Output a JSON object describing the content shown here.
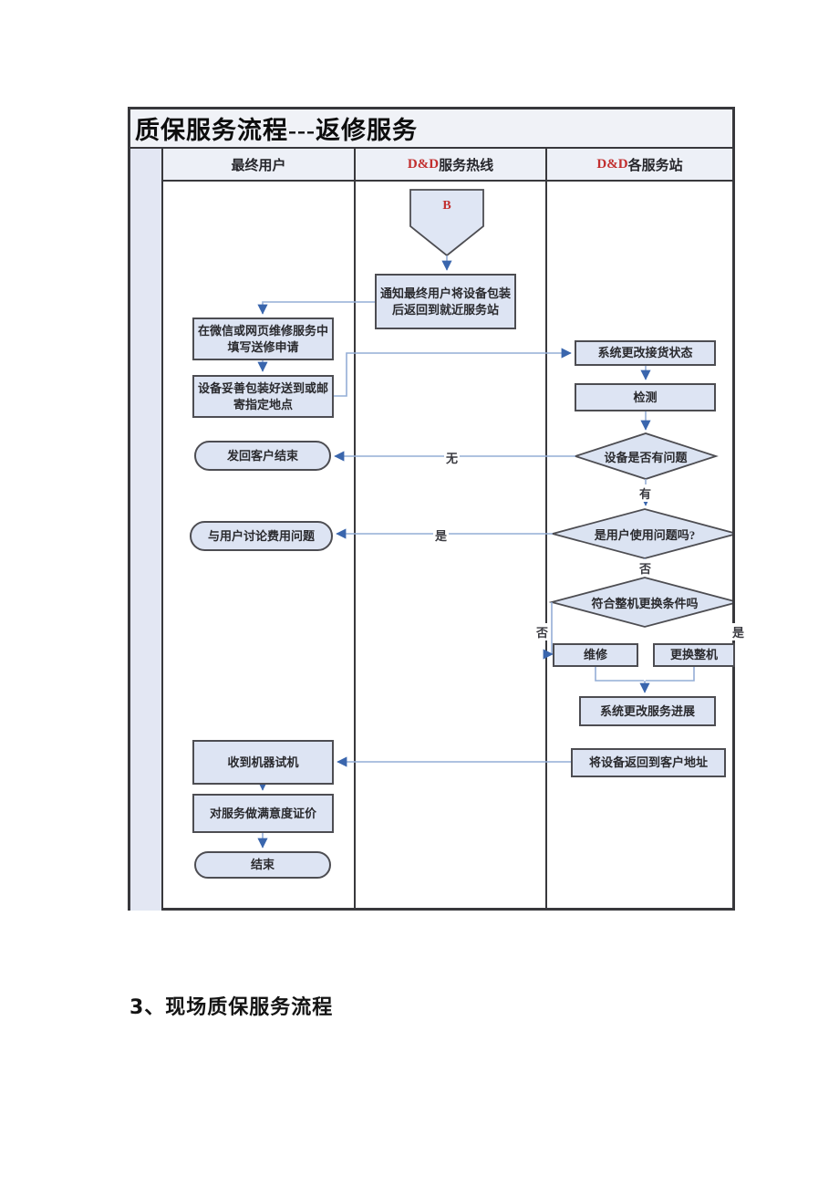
{
  "title": "质保服务流程---返修服务",
  "lanes": [
    {
      "prefix": "",
      "label": "最终用户"
    },
    {
      "prefix": "D&D",
      "label": "服务热线"
    },
    {
      "prefix": "D&D",
      "label": "各服务站"
    }
  ],
  "connector_b": "B",
  "nodes": {
    "notify": "通知最终用户将设备包装后返回到就近服务站",
    "apply": "在微信或网页维修服务中填写送修申请",
    "pack": "设备妥善包装好送到或邮寄指定地点",
    "return_end": "发回客户结束",
    "discuss": "与用户讨论费用问题",
    "receive": "收到机器试机",
    "evaluate": "对服务做满意度证价",
    "end": "结束",
    "status": "系统更改接货状态",
    "test": "检测",
    "decision_problem": "设备是否有问题",
    "decision_user": "是用户使用问题吗?",
    "decision_replace": "符合整机更换条件吗",
    "repair": "维修",
    "replace": "更换整机",
    "progress": "系统更改服务进展",
    "sendback": "将设备返回到客户地址"
  },
  "edge_labels": {
    "none": "无",
    "has": "有",
    "yes1": "是",
    "no1": "否",
    "no2": "否",
    "yes2": "是"
  },
  "caption": "3、现场质保服务流程",
  "colors": {
    "accent_red": "#c22f2f",
    "node_fill": "#dde4f3",
    "line": "#94add6",
    "arrow": "#3a66ad",
    "border": "#38383c"
  }
}
